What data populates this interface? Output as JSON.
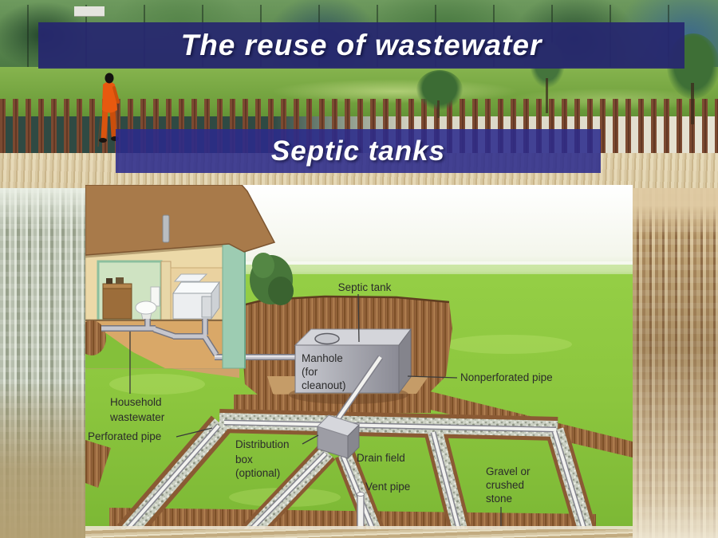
{
  "slide": {
    "title": "The reuse of wastewater",
    "subtitle": "Septic tanks"
  },
  "diagram_labels": {
    "septic_tank": "Septic tank",
    "manhole": [
      "Manhole",
      "(for",
      "cleanout)"
    ],
    "nonperforated_pipe": "Nonperforated pipe",
    "household_wastewater": [
      "Household",
      "wastewater"
    ],
    "perforated_pipe": "Perforated pipe",
    "distribution_box": [
      "Distribution",
      "box",
      "(optional)"
    ],
    "drain_field": "Drain field",
    "vent_pipe": "Vent pipe",
    "gravel": [
      "Gravel or",
      "crushed",
      "stone"
    ]
  },
  "colors": {
    "title_banner_bg": "#262670",
    "subtitle_banner_bg": "#2a2a8c",
    "banner_text": "#ffffff",
    "diagram_grass": "#8cc63e",
    "diagram_soil": "#9b6a40",
    "diagram_gravel": "#cbd0c3",
    "diagram_label_text": "#2b2b2b",
    "tank_gray": "#a9aab2",
    "person_orange": "#e8590f"
  }
}
